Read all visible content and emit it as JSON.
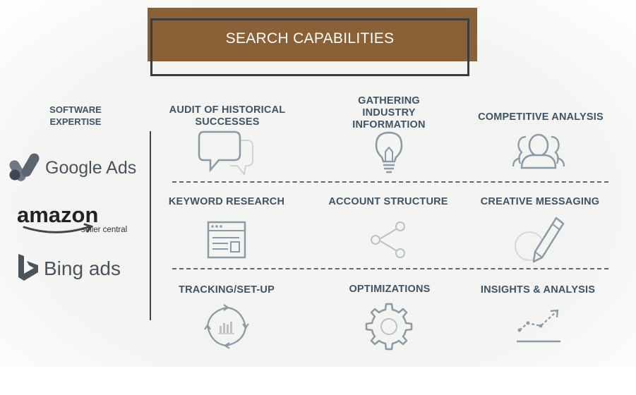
{
  "title": "SEARCH CAPABILITIES",
  "software": {
    "title": "SOFTWARE EXPERTISE",
    "google": "Google Ads",
    "amazon": "amazon",
    "amazon_sub": "seller central",
    "bing": "Bing ads"
  },
  "capabilities": [
    {
      "label": "AUDIT OF HISTORICAL SUCCESSES",
      "icon": "chat-bubbles-icon"
    },
    {
      "label": "GATHERING INDUSTRY INFORMATION",
      "icon": "lightbulb-icon"
    },
    {
      "label": "COMPETITIVE ANALYSIS",
      "icon": "people-icon"
    },
    {
      "label": "KEYWORD RESEARCH",
      "icon": "browser-window-icon"
    },
    {
      "label": "ACCOUNT STRUCTURE",
      "icon": "share-nodes-icon"
    },
    {
      "label": "CREATIVE MESSAGING",
      "icon": "pencil-icon"
    },
    {
      "label": "TRACKING/SET-UP",
      "icon": "cycle-chart-icon"
    },
    {
      "label": "OPTIMIZATIONS",
      "icon": "gear-icon"
    },
    {
      "label": "INSIGHTS & ANALYSIS",
      "icon": "trend-line-icon"
    }
  ],
  "colors": {
    "title_bar": "#8a6137",
    "heading_text": "#3e5466",
    "icon_stroke": "#8a9aa6"
  }
}
